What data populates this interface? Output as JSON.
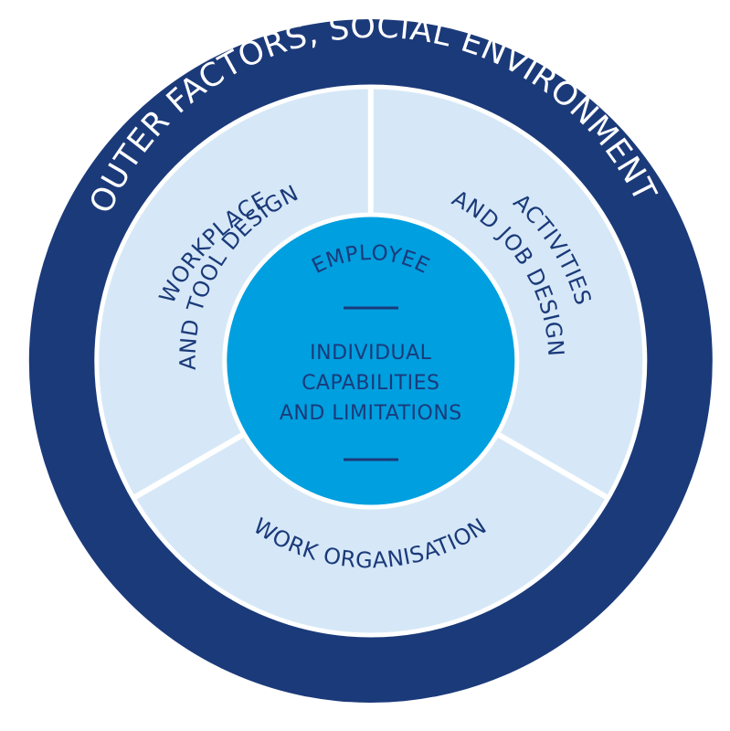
{
  "outer_ring": {
    "label": "OUTER FACTORS, SOCIAL ENVIRONMENT"
  },
  "segments": [
    {
      "id": "workplace",
      "line1": "WORKPLACE",
      "line2": "AND TOOL DESIGN"
    },
    {
      "id": "activities",
      "line1": "ACTIVITIES",
      "line2": "AND JOB DESIGN"
    },
    {
      "id": "work-org",
      "line1": "WORK ORGANISATION"
    }
  ],
  "center": {
    "title": "EMPLOYEE",
    "lines": [
      "INDIVIDUAL",
      "CAPABILITIES",
      "AND LIMITATIONS"
    ]
  },
  "colors": {
    "outer_ring": "#1b3a7a",
    "segment_fill": "#d6e8f7",
    "center_fill": "#009fdf",
    "text_dark": "#1b3a7a",
    "divider": "#ffffff"
  }
}
